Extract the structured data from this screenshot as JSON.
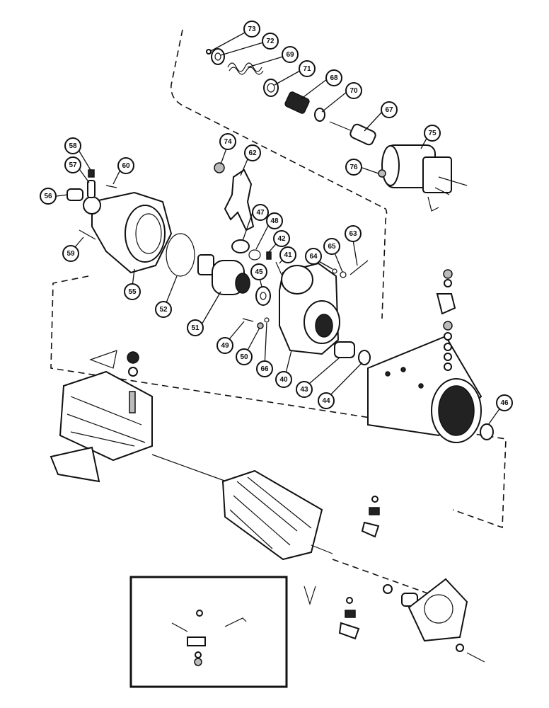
{
  "callouts": [
    {
      "id": "c73",
      "label": "73"
    },
    {
      "id": "c72",
      "label": "72"
    },
    {
      "id": "c69",
      "label": "69"
    },
    {
      "id": "c71",
      "label": "71"
    },
    {
      "id": "c68",
      "label": "68"
    },
    {
      "id": "c70",
      "label": "70"
    },
    {
      "id": "c67",
      "label": "67"
    },
    {
      "id": "c75",
      "label": "75"
    },
    {
      "id": "c74",
      "label": "74"
    },
    {
      "id": "c62",
      "label": "62"
    },
    {
      "id": "c76",
      "label": "76"
    },
    {
      "id": "c58",
      "label": "58"
    },
    {
      "id": "c57",
      "label": "57"
    },
    {
      "id": "c60",
      "label": "60"
    },
    {
      "id": "c56",
      "label": "56"
    },
    {
      "id": "c59",
      "label": "59"
    },
    {
      "id": "c55",
      "label": "55"
    },
    {
      "id": "c52",
      "label": "52"
    },
    {
      "id": "c51",
      "label": "51"
    },
    {
      "id": "c47",
      "label": "47"
    },
    {
      "id": "c48",
      "label": "48"
    },
    {
      "id": "c42",
      "label": "42"
    },
    {
      "id": "c41",
      "label": "41"
    },
    {
      "id": "c45",
      "label": "45"
    },
    {
      "id": "c64",
      "label": "64"
    },
    {
      "id": "c65",
      "label": "65"
    },
    {
      "id": "c63",
      "label": "63"
    },
    {
      "id": "c49",
      "label": "49"
    },
    {
      "id": "c50",
      "label": "50"
    },
    {
      "id": "c66",
      "label": "66"
    },
    {
      "id": "c40",
      "label": "40"
    },
    {
      "id": "c43",
      "label": "43"
    },
    {
      "id": "c44",
      "label": "44"
    },
    {
      "id": "c46",
      "label": "46"
    }
  ]
}
